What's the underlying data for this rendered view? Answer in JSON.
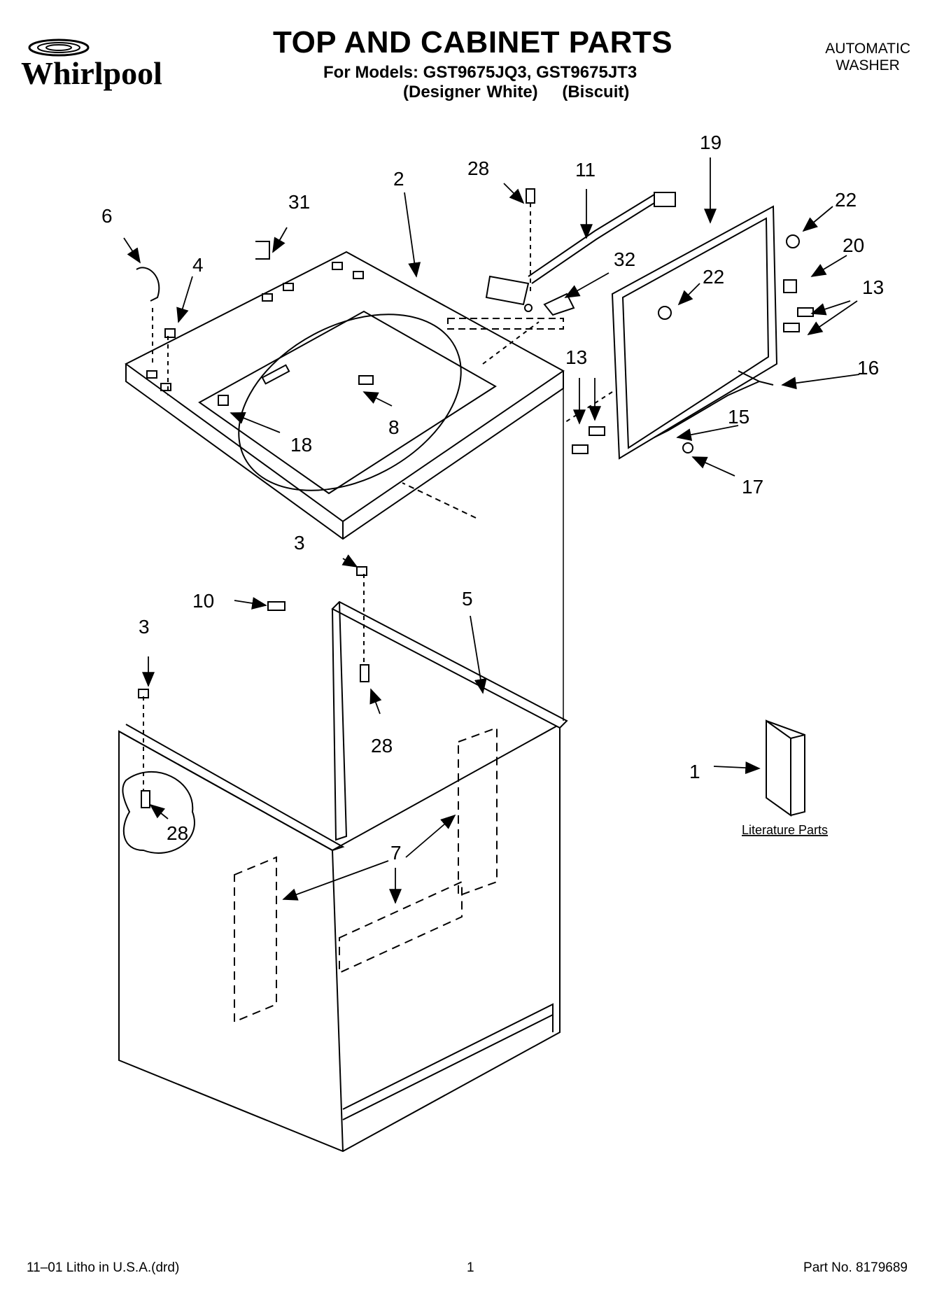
{
  "brand": "Whirlpool",
  "title": "TOP AND CABINET PARTS",
  "models": "For Models: GST9675JQ3, GST9675JT3",
  "variants": "(Designer White)    (Biscuit)",
  "appliance": {
    "line1": "AUTOMATIC",
    "line2": "WASHER"
  },
  "callouts": {
    "c1": "1",
    "c2": "2",
    "c3a": "3",
    "c3b": "3",
    "c4": "4",
    "c5": "5",
    "c6": "6",
    "c7": "7",
    "c8": "8",
    "c10": "10",
    "c11": "11",
    "c13a": "13",
    "c13b": "13",
    "c15": "15",
    "c16": "16",
    "c17": "17",
    "c18": "18",
    "c19": "19",
    "c20": "20",
    "c22a": "22",
    "c22b": "22",
    "c28a": "28",
    "c28b": "28",
    "c28c": "28",
    "c31": "31",
    "c32": "32"
  },
  "literature_label": "Literature Parts",
  "footer": {
    "left": "11–01 Litho in U.S.A.(drd)",
    "page": "1",
    "part_no": "Part No. 8179689"
  }
}
